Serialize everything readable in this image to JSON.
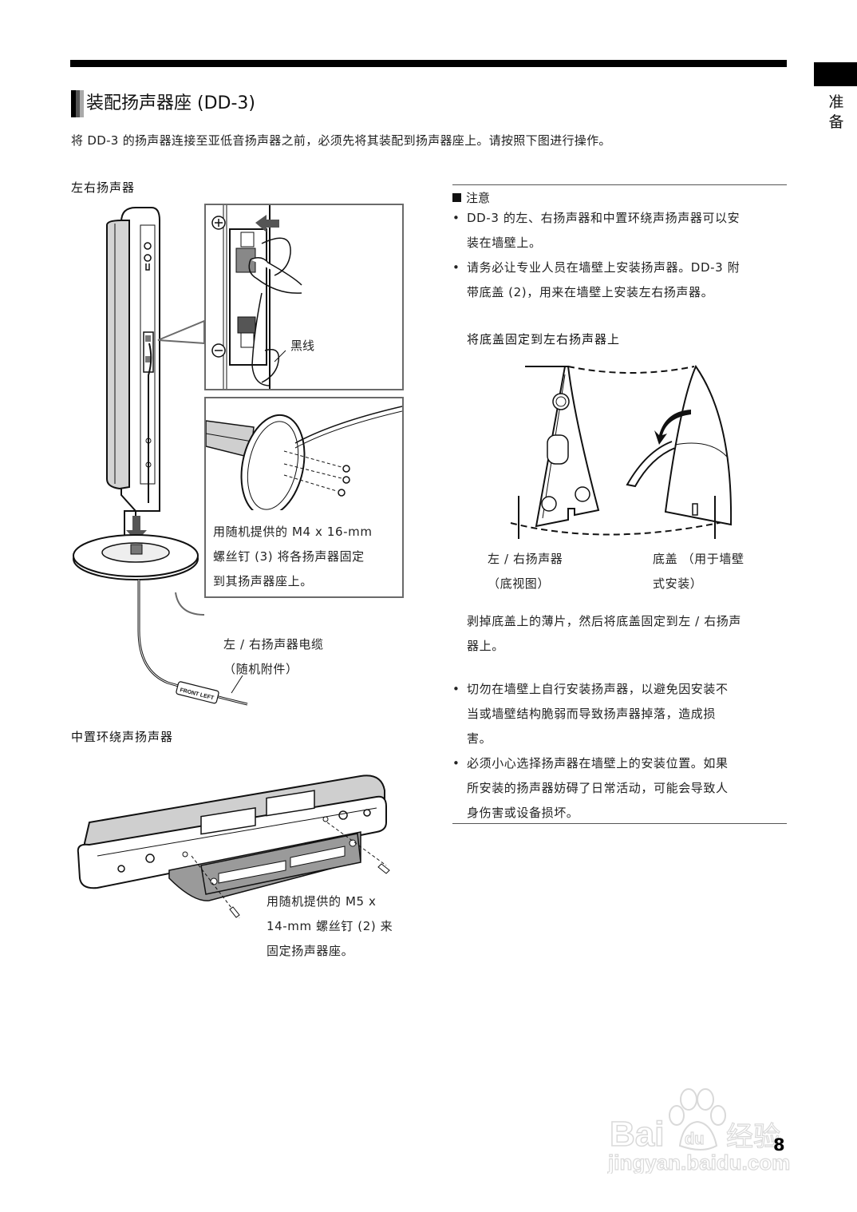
{
  "side_tab": {
    "text": "准\n备",
    "chars": [
      "准",
      "备"
    ]
  },
  "header": {
    "title": "装配扬声器座 (DD-3)",
    "intro": "将 DD-3 的扬声器连接至亚低音扬声器之前，必须先将其装配到扬声器座上。请按照下图进行操作。"
  },
  "left_column": {
    "section_lr": {
      "heading": "左右扬声器",
      "callout_black_wire": "黑线",
      "terminal_plus": "+",
      "terminal_minus": "−",
      "callout_screws": [
        "用随机提供的 M4 x 16-mm",
        "螺丝钉 (3) 将各扬声器固定",
        "到其扬声器座上。"
      ],
      "cable_label": [
        "左 / 右扬声器电缆",
        "（随机附件）"
      ],
      "cable_tag": "FRONT LEFT"
    },
    "section_center": {
      "heading": "中置环绕声扬声器",
      "screws_label": [
        "用随机提供的 M5 x",
        "14-mm 螺丝钉 (2) 来",
        "固定扬声器座。"
      ]
    }
  },
  "right_column": {
    "note": {
      "heading": "注意",
      "bullets": [
        [
          "DD-3 的左、右扬声器和中置环绕声扬声器可以安",
          "装在墙壁上。"
        ],
        [
          "请务必让专业人员在墙壁上安装扬声器。DD-3 附",
          "带底盖 (2)，用来在墙壁上安装左右扬声器。"
        ]
      ],
      "sub_heading": "将底盖固定到左右扬声器上",
      "figure_labels": {
        "left": [
          "左 / 右扬声器",
          "（底视图）"
        ],
        "right": [
          "底盖 （用于墙壁",
          "式安装）"
        ]
      },
      "instruction": [
        "剥掉底盖上的薄片，然后将底盖固定到左 / 右扬声",
        "器上。"
      ],
      "warnings": [
        [
          "切勿在墙壁上自行安装扬声器，以避免因安装不",
          "当或墙壁结构脆弱而导致扬声器掉落，造成损",
          "害。"
        ],
        [
          "必须小心选择扬声器在墙壁上的安装位置。如果",
          "所安装的扬声器妨碍了日常活动，可能会导致人",
          "身伤害或设备损坏。"
        ]
      ]
    }
  },
  "footer": {
    "page_number": "8",
    "watermark_brand": "Bai du 经验",
    "watermark_url": "jingyan.baidu.com"
  }
}
